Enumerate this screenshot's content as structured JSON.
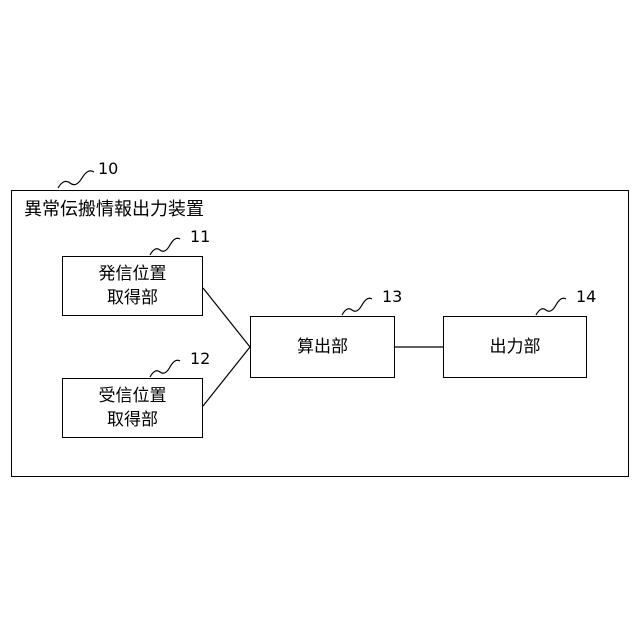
{
  "device": {
    "title": "異常伝搬情報出力装置",
    "ref": "10"
  },
  "blocks": {
    "sender": {
      "line1": "発信位置",
      "line2": "取得部",
      "ref": "11"
    },
    "receiver": {
      "line1": "受信位置",
      "line2": "取得部",
      "ref": "12"
    },
    "calculator": {
      "label": "算出部",
      "ref": "13"
    },
    "output": {
      "label": "出力部",
      "ref": "14"
    }
  }
}
